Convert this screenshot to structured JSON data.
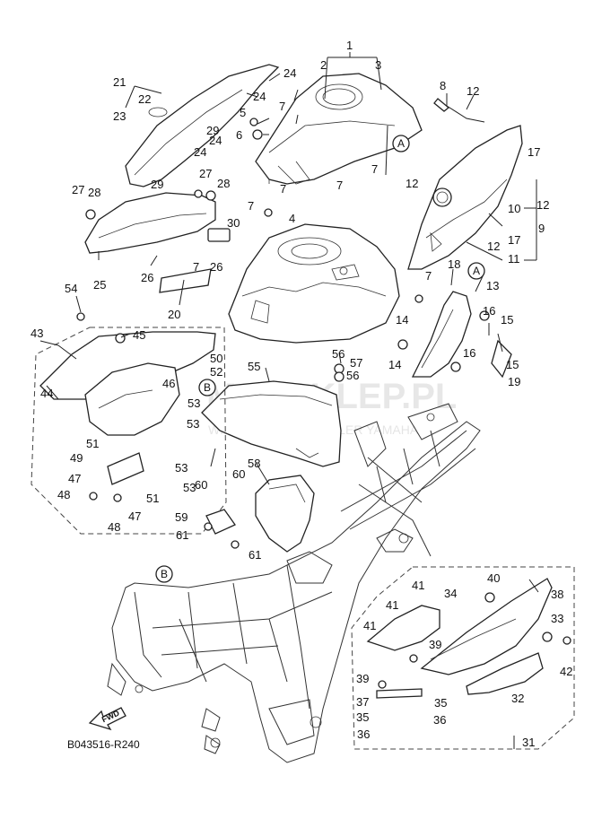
{
  "diagram_code": "B043516-R240",
  "fwd_label": "FWD",
  "watermark": {
    "brand": "MAXSKLEP.PL",
    "sub": "WIELICHOWICZ | DEALER YAMAHA"
  },
  "refs": {
    "a": "A",
    "b": "B"
  },
  "callouts": [
    "1",
    "2",
    "3",
    "4",
    "5",
    "6",
    "7",
    "8",
    "9",
    "10",
    "11",
    "12",
    "13",
    "14",
    "15",
    "16",
    "17",
    "18",
    "19",
    "20",
    "21",
    "22",
    "23",
    "24",
    "25",
    "26",
    "27",
    "28",
    "29",
    "30",
    "31",
    "32",
    "33",
    "34",
    "35",
    "36",
    "37",
    "38",
    "39",
    "40",
    "41",
    "42",
    "43",
    "44",
    "45",
    "46",
    "47",
    "48",
    "49",
    "50",
    "51",
    "52",
    "53",
    "54",
    "55",
    "56",
    "57",
    "58",
    "59",
    "60",
    "61"
  ]
}
